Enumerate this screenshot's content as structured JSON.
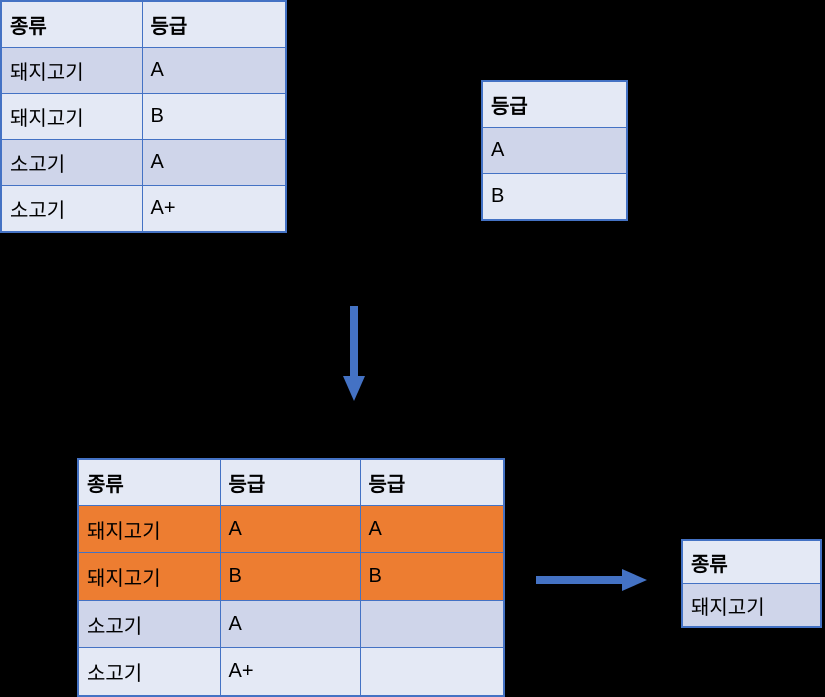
{
  "diagram": {
    "accent_blue": "#4472c4",
    "highlight_orange": "#ed7d31",
    "row_light": "#e4e9f5",
    "row_dark": "#cfd5ea",
    "background": "#000000"
  },
  "source_table": {
    "name": "source-table",
    "headers": [
      "종류",
      "등급"
    ],
    "rows": [
      [
        "돼지고기",
        "A"
      ],
      [
        "돼지고기",
        "B"
      ],
      [
        "소고기",
        "A"
      ],
      [
        "소고기",
        "A+"
      ]
    ]
  },
  "filter_table": {
    "name": "filter-table",
    "headers": [
      "등급"
    ],
    "rows": [
      [
        "A"
      ],
      [
        "B"
      ]
    ]
  },
  "joined_table": {
    "name": "joined-table",
    "headers": [
      "종류",
      "등급",
      "등급"
    ],
    "rows": [
      [
        "돼지고기",
        "A",
        "A"
      ],
      [
        "돼지고기",
        "B",
        "B"
      ],
      [
        "소고기",
        "A",
        ""
      ],
      [
        "소고기",
        "A+",
        ""
      ]
    ],
    "highlighted_row_indexes": [
      0,
      1
    ]
  },
  "result_table": {
    "name": "result-table",
    "headers": [
      "종류"
    ],
    "rows": [
      [
        "돼지고기"
      ]
    ]
  },
  "arrows": [
    {
      "name": "arrow-down",
      "direction": "down"
    },
    {
      "name": "arrow-right",
      "direction": "right"
    }
  ]
}
